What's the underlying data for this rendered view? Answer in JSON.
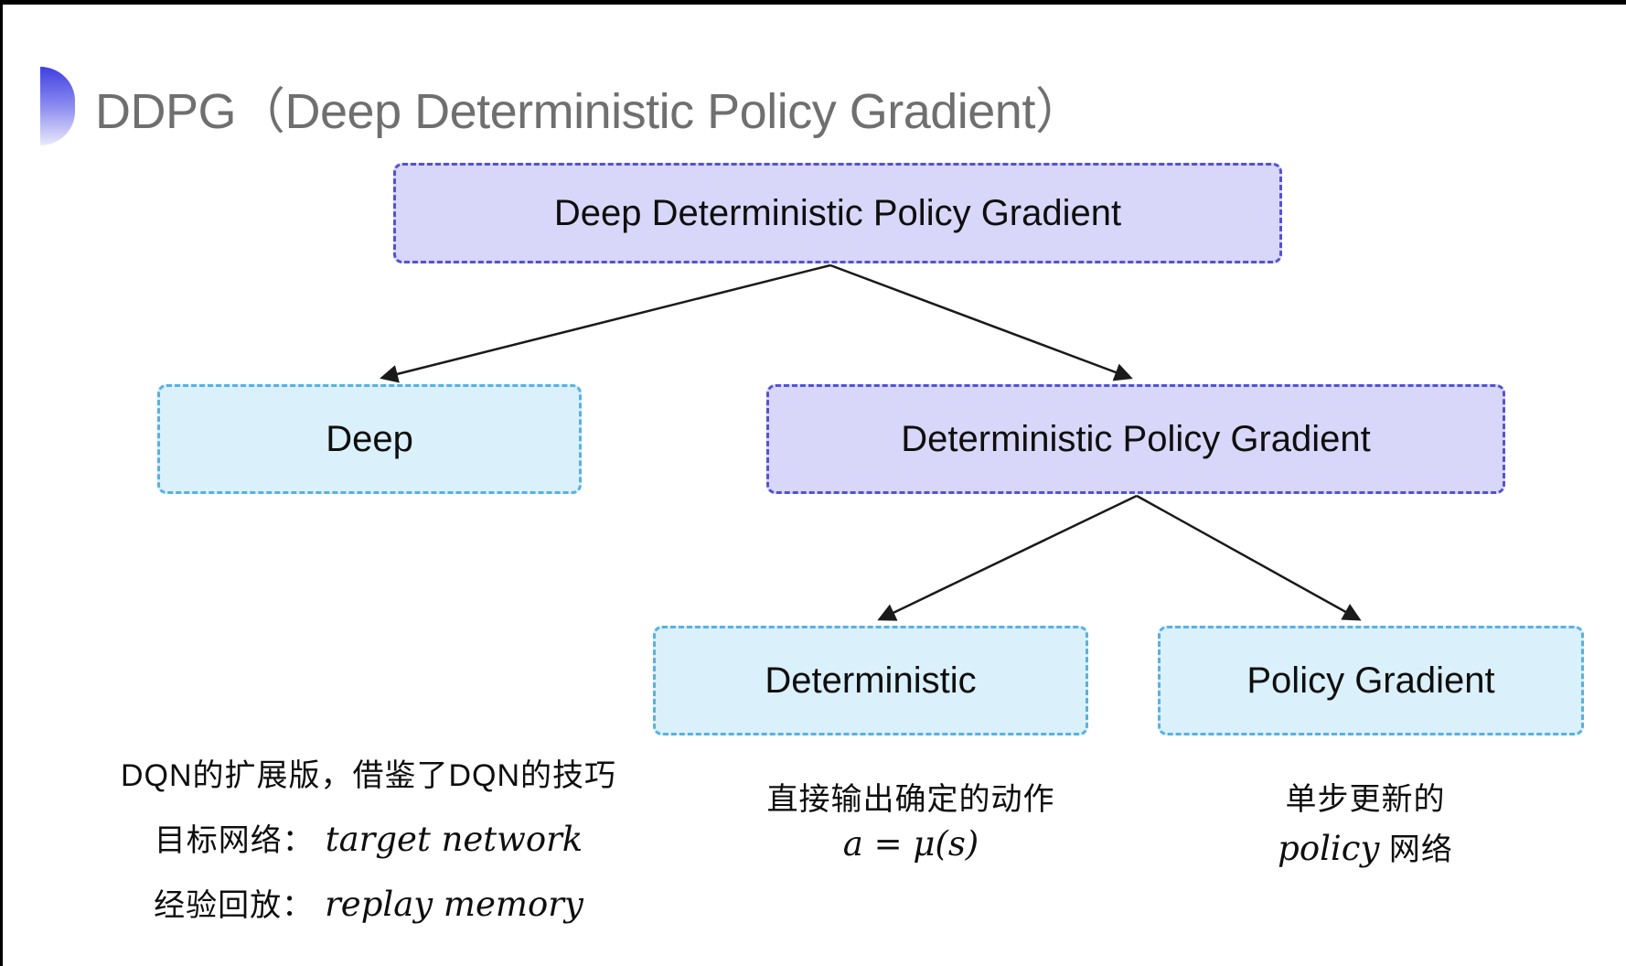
{
  "colors": {
    "purple_fill": "#d8d7f9",
    "purple_border": "#5353d2",
    "cyan_fill": "#daf0fb",
    "cyan_border": "#57b1e3",
    "title_gray": "#6f6f6f",
    "icon_blue": "#3f3fe2",
    "arrow": "#1a1a1a"
  },
  "icons": {
    "title_bullet": "blue-semicircle"
  },
  "title": {
    "text": "DDPG（Deep Deterministic Policy Gradient）"
  },
  "diagram": {
    "nodes": {
      "root": {
        "label": "Deep Deterministic Policy Gradient",
        "variant": "purple"
      },
      "deep": {
        "label": "Deep",
        "variant": "cyan"
      },
      "dpg": {
        "label": "Deterministic Policy Gradient",
        "variant": "purple"
      },
      "deterministic": {
        "label": "Deterministic",
        "variant": "cyan"
      },
      "policy_gradient": {
        "label": "Policy Gradient",
        "variant": "cyan"
      }
    },
    "edges": [
      {
        "from": "root",
        "to": "deep"
      },
      {
        "from": "root",
        "to": "dpg"
      },
      {
        "from": "dpg",
        "to": "deterministic"
      },
      {
        "from": "dpg",
        "to": "policy_gradient"
      }
    ]
  },
  "notes": {
    "deep": {
      "line1": "DQN的扩展版，借鉴了DQN的技巧",
      "line2_label": "目标网络：",
      "line2_value": "target network",
      "line3_label": "经验回放：",
      "line3_value": "replay memory"
    },
    "deterministic": {
      "line1": "直接输出确定的动作",
      "line2": "a = μ(s)"
    },
    "policy_gradient": {
      "line1": "单步更新的",
      "line2_italic": "policy",
      "line2_rest": " 网络"
    }
  }
}
